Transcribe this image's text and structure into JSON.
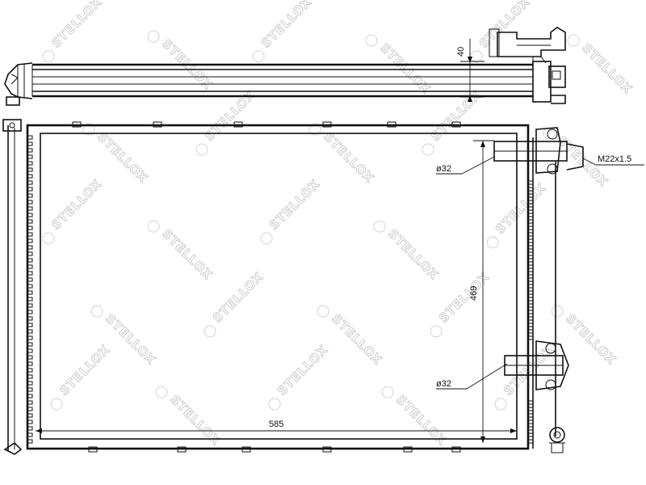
{
  "watermark": {
    "text": "STELLOX"
  },
  "dimensions": {
    "thickness": "40",
    "height": "469",
    "width": "585",
    "inlet_diameter": "ø32",
    "outlet_diameter": "ø32",
    "thread": "M22x1.5"
  }
}
